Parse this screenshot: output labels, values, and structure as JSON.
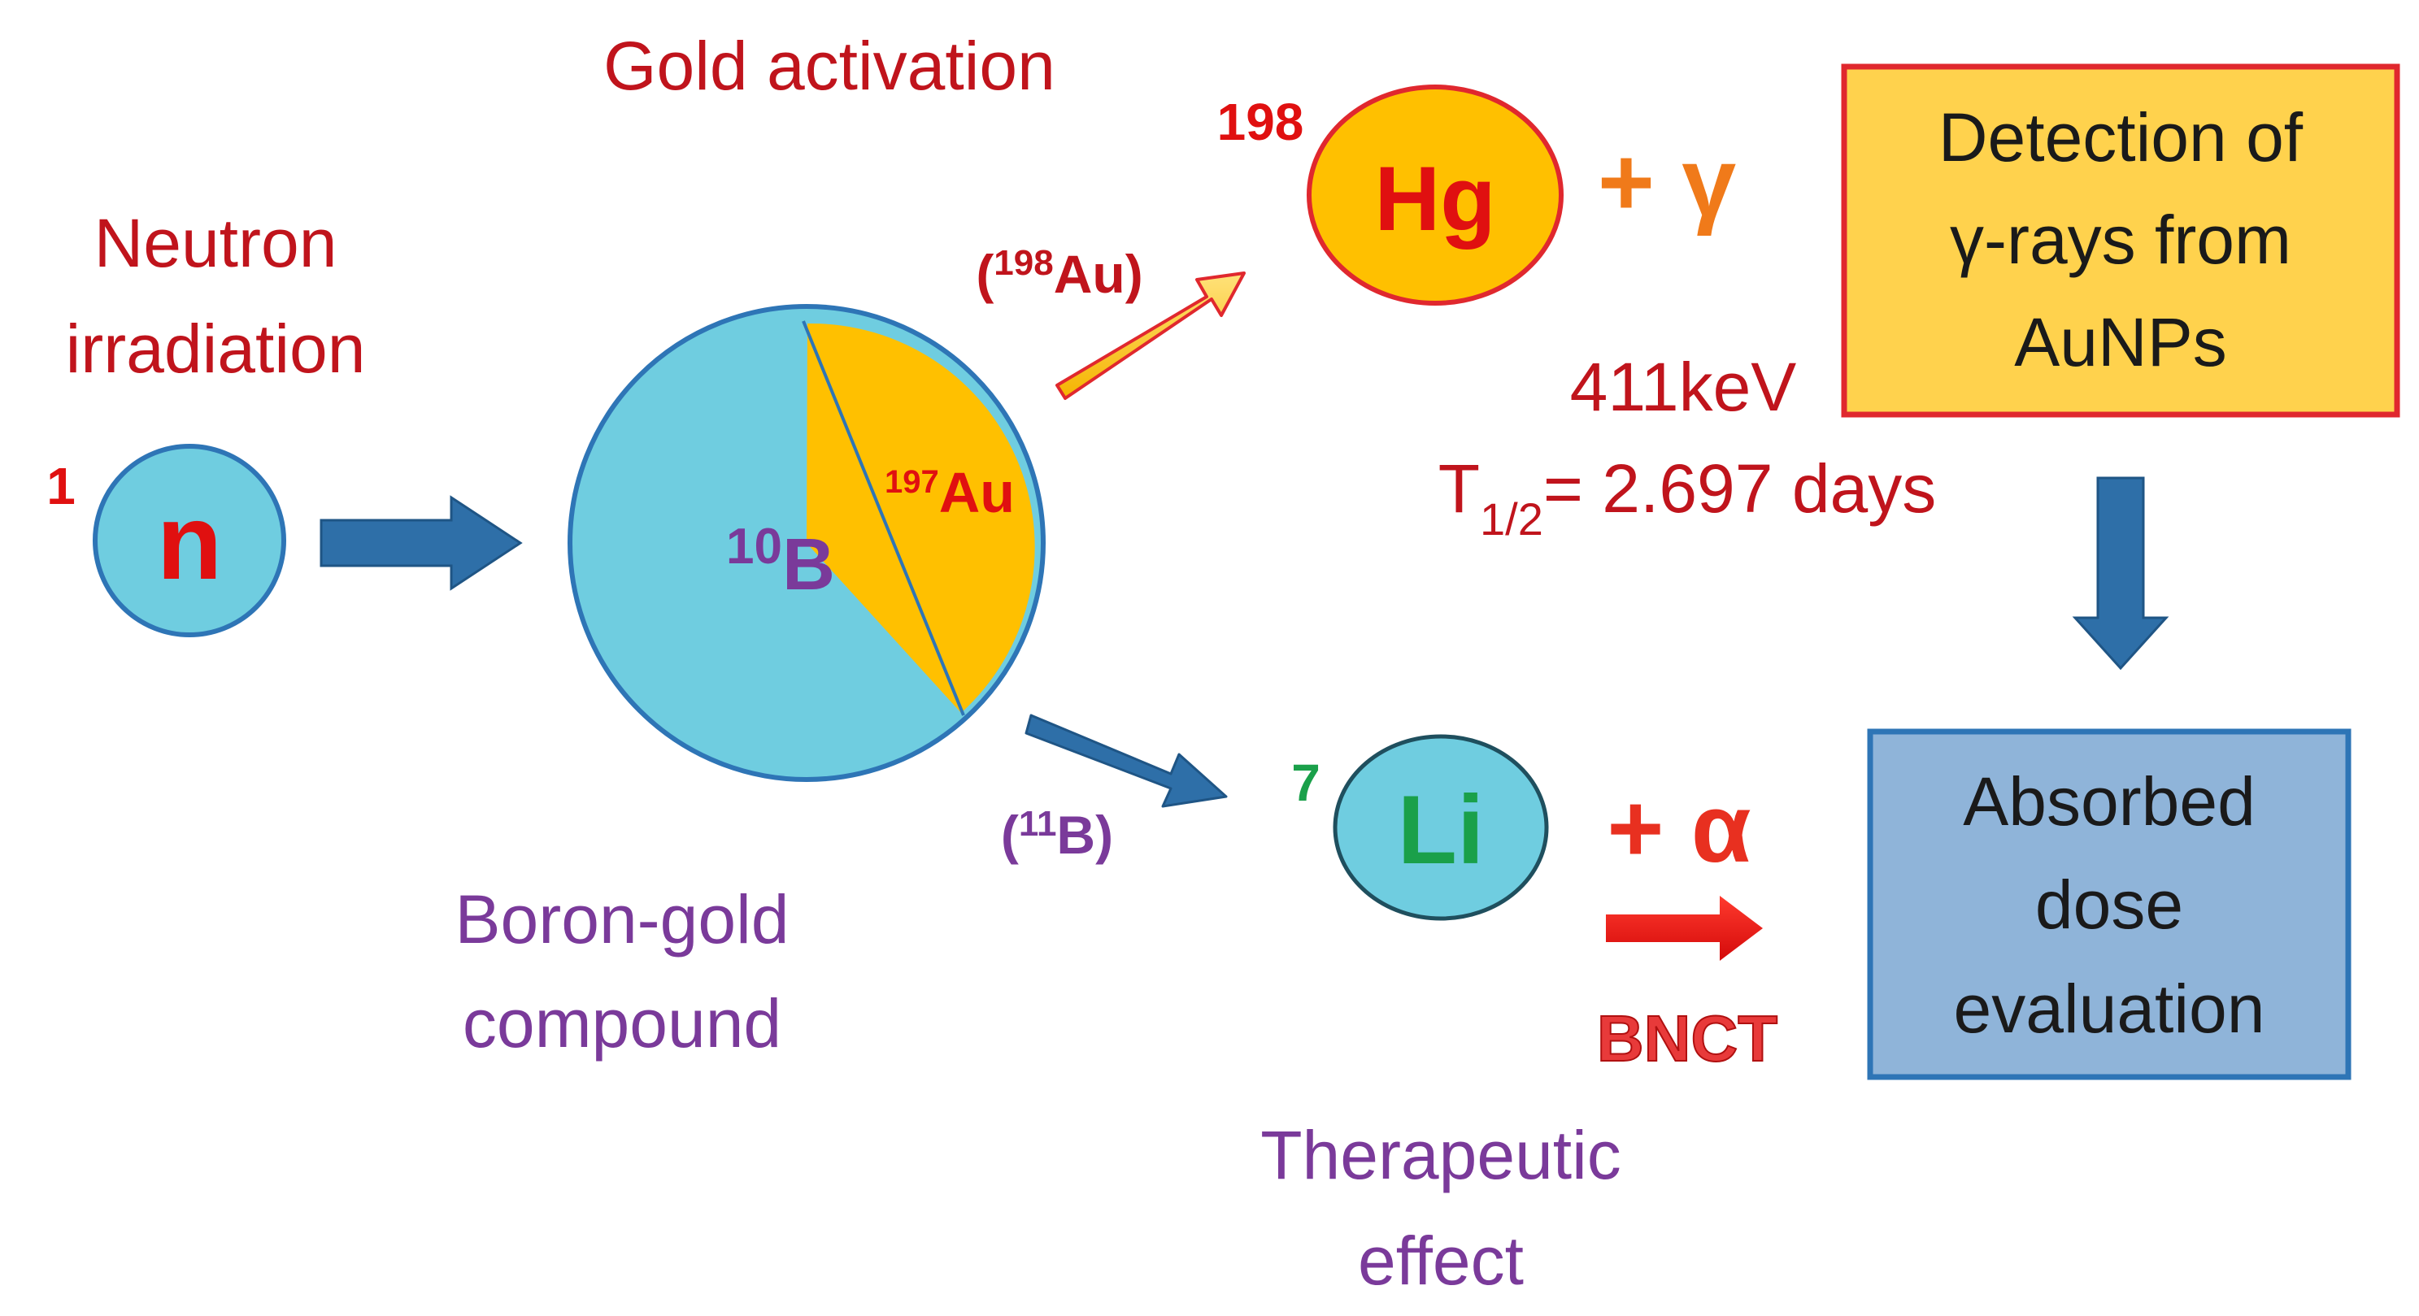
{
  "labels": {
    "neutron_irradiation": [
      "Neutron",
      "irradiation"
    ],
    "gold_activation": "Gold activation",
    "boron_gold_compound": [
      "Boron-gold",
      "compound"
    ],
    "therapeutic_effect": [
      "Therapeutic",
      "effect"
    ],
    "gamma_energy": "411keV",
    "half_life_symbol": "T",
    "half_life_subscript": "1/2",
    "half_life_value": "= 2.697 days"
  },
  "particles": {
    "neutron": {
      "mass": "1",
      "symbol": "n"
    },
    "boron": {
      "mass": "10",
      "symbol": "B"
    },
    "gold197": {
      "mass": "197",
      "symbol": "Au"
    },
    "mercury": {
      "mass": "198",
      "symbol": "Hg"
    },
    "lithium": {
      "mass": "7",
      "symbol": "Li"
    }
  },
  "intermediates": {
    "gold198": {
      "open": "(",
      "mass": "198",
      "symbol": "Au)"
    },
    "boron11": {
      "open": "(",
      "mass": "11",
      "symbol": "B)"
    }
  },
  "emissions": {
    "gamma": "+ γ",
    "alpha": "+ α",
    "bnct": "BNCT"
  },
  "boxes": {
    "detection": [
      "Detection of",
      "γ-rays from",
      "AuNPs"
    ],
    "absorbed_dose": [
      "Absorbed",
      "dose",
      "evaluation"
    ]
  },
  "colors": {
    "red_text": "#c0141c",
    "purple_text": "#7a3a9a",
    "light_blue": "#6fcde0",
    "gold": "#ffc000",
    "blue_arrow": "#2e6fa8",
    "detection_box_fill": "#ffd24d",
    "detection_box_border": "#e0282e",
    "dose_box_fill": "#8fb4d9",
    "dose_box_border": "#2e75b6",
    "li_green": "#1aa04a"
  }
}
